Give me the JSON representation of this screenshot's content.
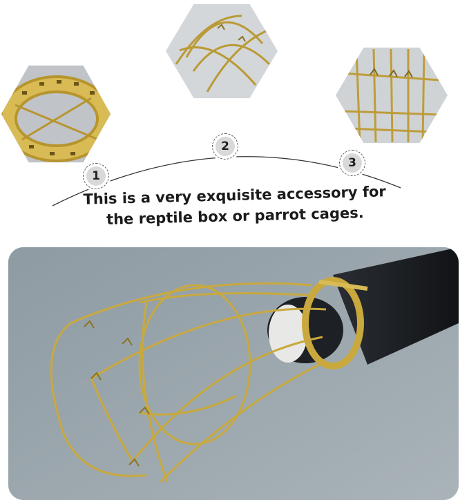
{
  "caption": {
    "line1": "This is a very exquisite accessory for",
    "line2": "the reptile box or parrot cages."
  },
  "steps": [
    {
      "number": "1"
    },
    {
      "number": "2"
    },
    {
      "number": "3"
    }
  ],
  "colors": {
    "wire": "#c9a93e",
    "wire_shadow": "#8a7320",
    "background_wall": "#9aa6ad",
    "socket": "#1f2226",
    "badge_fill": "#d9d9d9"
  }
}
